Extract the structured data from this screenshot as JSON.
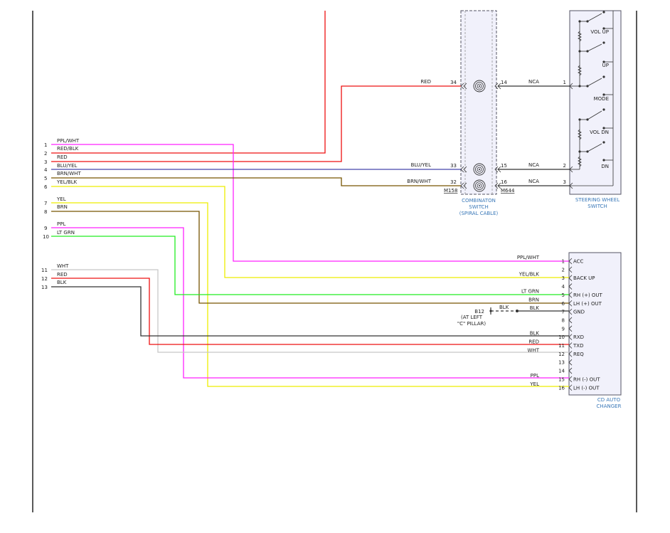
{
  "colors": {
    "RED": "#ee1111",
    "PPL": "#ff22ff",
    "BLU": "#4444aa",
    "BRN": "#775500",
    "YEL": "#eeee00",
    "LTGRN": "#22ee22",
    "WHT": "#c8c8c8",
    "BLK": "#333333",
    "box_fill": "#f1f1fb",
    "box_stroke": "#555566",
    "caption": "#3a78b8"
  },
  "left_pins": [
    {
      "num": "1",
      "label": "PPL/WHT"
    },
    {
      "num": "2",
      "label": "RED/BLK"
    },
    {
      "num": "3",
      "label": "RED"
    },
    {
      "num": "4",
      "label": "BLU/YEL"
    },
    {
      "num": "5",
      "label": "BRN/WHT"
    },
    {
      "num": "6",
      "label": "YEL/BLK"
    },
    {
      "num": "7",
      "label": "YEL"
    },
    {
      "num": "8",
      "label": "BRN"
    },
    {
      "num": "9",
      "label": "PPL"
    },
    {
      "num": "10",
      "label": "LT GRN"
    },
    {
      "num": "11",
      "label": "WHT"
    },
    {
      "num": "12",
      "label": "RED"
    },
    {
      "num": "13",
      "label": "BLK"
    }
  ],
  "combination_switch": {
    "caption": [
      "COMBINATON",
      "SWITCH",
      "(SPIRAL CABLE)"
    ],
    "connector_left": "M158",
    "connector_right": "M644",
    "rows": [
      {
        "wire_left": "RED",
        "pin_left": "34",
        "pin_right": "14",
        "wire_right": "NCA"
      },
      {
        "wire_left": "BLU/YEL",
        "pin_left": "33",
        "pin_right": "15",
        "wire_right": "NCA"
      },
      {
        "wire_left": "BRN/WHT",
        "pin_left": "32",
        "pin_right": "16",
        "wire_right": "NCA"
      }
    ]
  },
  "steering_switch": {
    "caption": [
      "STEERING WHEEL",
      "SWITCH"
    ],
    "pins": [
      "1",
      "2",
      "3"
    ],
    "buttons": [
      "VOL UP",
      "UP",
      "MODE",
      "VOL DN",
      "DN"
    ]
  },
  "cd_changer": {
    "caption": [
      "CD AUTO",
      "CHANGER"
    ],
    "pins": [
      {
        "num": "1",
        "wire": "PPL/WHT",
        "func": "ACC"
      },
      {
        "num": "2",
        "wire": "",
        "func": ""
      },
      {
        "num": "3",
        "wire": "YEL/BLK",
        "func": "BACK UP"
      },
      {
        "num": "4",
        "wire": "",
        "func": ""
      },
      {
        "num": "5",
        "wire": "LT GRN",
        "func": "RH (+) OUT"
      },
      {
        "num": "6",
        "wire": "BRN",
        "func": "LH (+) OUT"
      },
      {
        "num": "7",
        "wire": "BLK",
        "func": "GND"
      },
      {
        "num": "8",
        "wire": "",
        "func": ""
      },
      {
        "num": "9",
        "wire": "",
        "func": ""
      },
      {
        "num": "10",
        "wire": "BLK",
        "func": "RXD"
      },
      {
        "num": "11",
        "wire": "RED",
        "func": "TXD"
      },
      {
        "num": "12",
        "wire": "WHT",
        "func": "REQ"
      },
      {
        "num": "13",
        "wire": "",
        "func": ""
      },
      {
        "num": "14",
        "wire": "",
        "func": ""
      },
      {
        "num": "15",
        "wire": "PPL",
        "func": "RH (-) OUT"
      },
      {
        "num": "16",
        "wire": "YEL",
        "func": "LH (-) OUT"
      }
    ]
  },
  "ground": {
    "id": "B12",
    "location": [
      "(AT LEFT",
      "\"C\" PILLAR)"
    ],
    "wire": "BLK"
  }
}
